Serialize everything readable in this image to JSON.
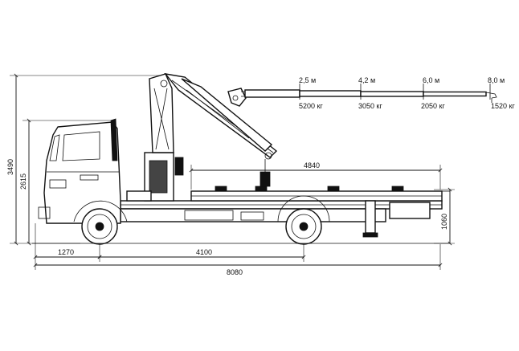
{
  "dimensions": {
    "overall_height": "3490",
    "cab_height": "2615",
    "front_overhang": "1270",
    "wheelbase": "4100",
    "overall_length": "8080",
    "platform_length": "4840",
    "platform_height": "1060"
  },
  "crane_reach": [
    {
      "radius": "2,5 м",
      "load": "5200 кг"
    },
    {
      "radius": "4,2 м",
      "load": "3050 кг"
    },
    {
      "radius": "6,0 м",
      "load": "2050 кг"
    },
    {
      "radius": "8,0 м",
      "load": "1520 кг"
    }
  ],
  "colors": {
    "line": "#111111",
    "background": "#ffffff"
  }
}
